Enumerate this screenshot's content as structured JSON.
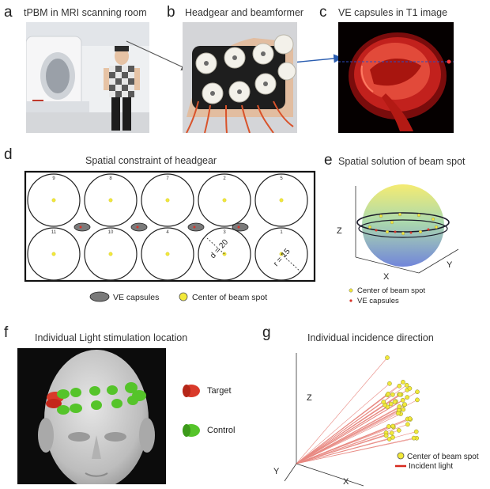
{
  "panels": {
    "a": {
      "letter": "a",
      "title": "tPBM in MRI scanning room"
    },
    "b": {
      "letter": "b",
      "title": "Headgear and beamformer"
    },
    "c": {
      "letter": "c",
      "title": "VE capsules in T1 image"
    },
    "d": {
      "letter": "d",
      "title": "Spatial constraint of headgear",
      "top_numbers": [
        "9",
        "8",
        "7",
        "2",
        "5"
      ],
      "bottom_numbers": [
        "11",
        "10",
        "4",
        "3",
        "1"
      ],
      "d_label": "d = 20",
      "r_label": "r = 15",
      "legend_capsules": "VE capsules",
      "legend_center": "Center of beam spot"
    },
    "e": {
      "letter": "e",
      "title": "Spatial solution of  beam spot",
      "axis_z": "Z",
      "axis_x": "X",
      "axis_y": "Y",
      "legend_center": "Center of beam spot",
      "legend_capsules": "VE capsules"
    },
    "f": {
      "letter": "f",
      "title": "Individual Light stimulation location",
      "legend_target": "Target",
      "legend_control": "Control"
    },
    "g": {
      "letter": "g",
      "title": "Individual incidence direction",
      "axis_z": "Z",
      "axis_x": "X",
      "axis_y": "Y",
      "legend_center": "Center of beam spot",
      "legend_light": "Incident light"
    }
  },
  "colors": {
    "beam_center": "#f2e93a",
    "capsule": "#7a7a7a",
    "target": "#d93a2a",
    "control": "#55c42a",
    "incident_light": "#d62a1e"
  }
}
